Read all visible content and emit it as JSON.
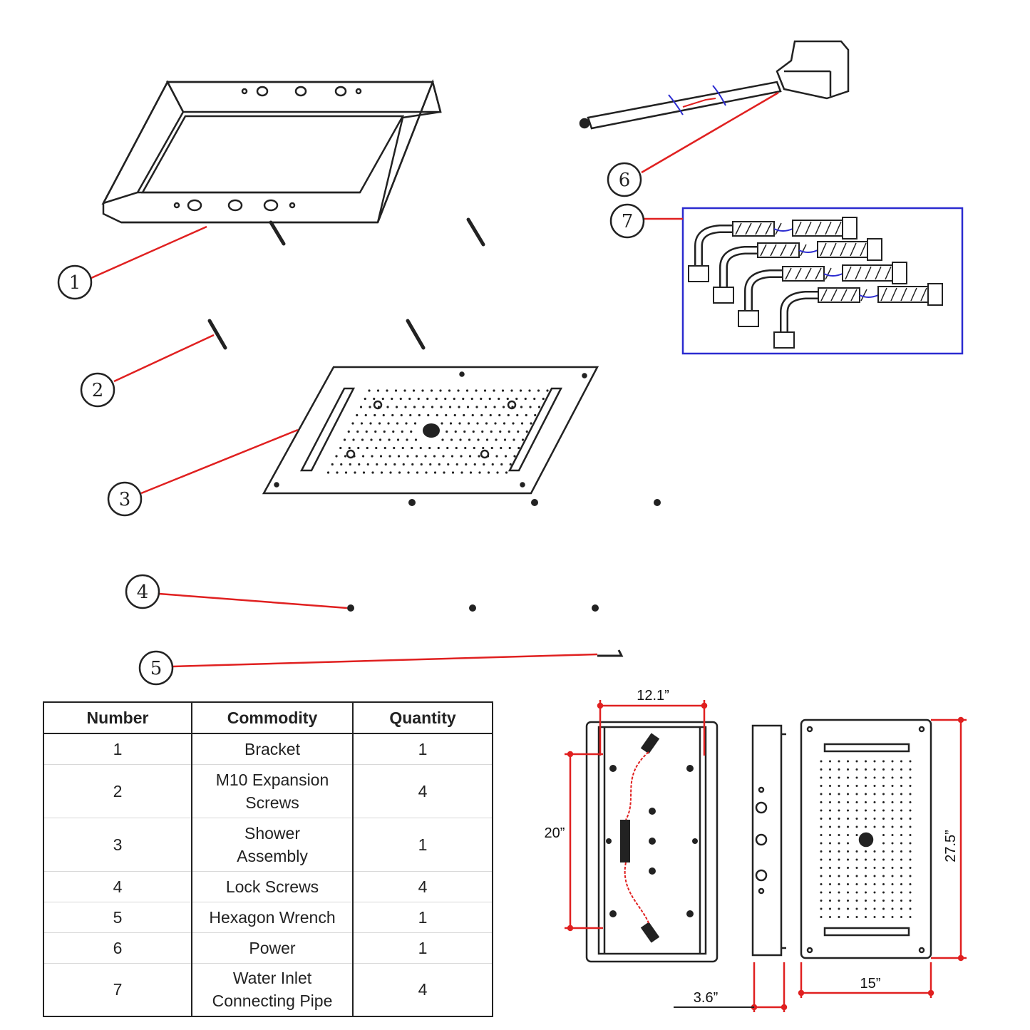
{
  "callouts": [
    "1",
    "2",
    "3",
    "4",
    "5",
    "6",
    "7"
  ],
  "table": {
    "headers": [
      "Number",
      "Commodity",
      "Quantity"
    ],
    "rows": [
      {
        "number": "1",
        "commodity": "Bracket",
        "quantity": "1"
      },
      {
        "number": "2",
        "commodity": "M10 Expansion Screws",
        "quantity": "4"
      },
      {
        "number": "3",
        "commodity": "Shower Assembly",
        "quantity": "1"
      },
      {
        "number": "4",
        "commodity": "Lock Screws",
        "quantity": "4"
      },
      {
        "number": "5",
        "commodity": "Hexagon Wrench",
        "quantity": "1"
      },
      {
        "number": "6",
        "commodity": "Power",
        "quantity": "1"
      },
      {
        "number": "7",
        "commodity": "Water Inlet Connecting Pipe",
        "quantity": "4"
      }
    ]
  },
  "dimensions": {
    "width_top": "12.1”",
    "height_left": "20”",
    "depth": "3.6”",
    "width_bottom": "15”",
    "height_right": "27.5”"
  },
  "colors": {
    "leader": "#e02020",
    "box": "#2b2bd0",
    "ink": "#222222",
    "hose_link": "#2b2bd0"
  }
}
